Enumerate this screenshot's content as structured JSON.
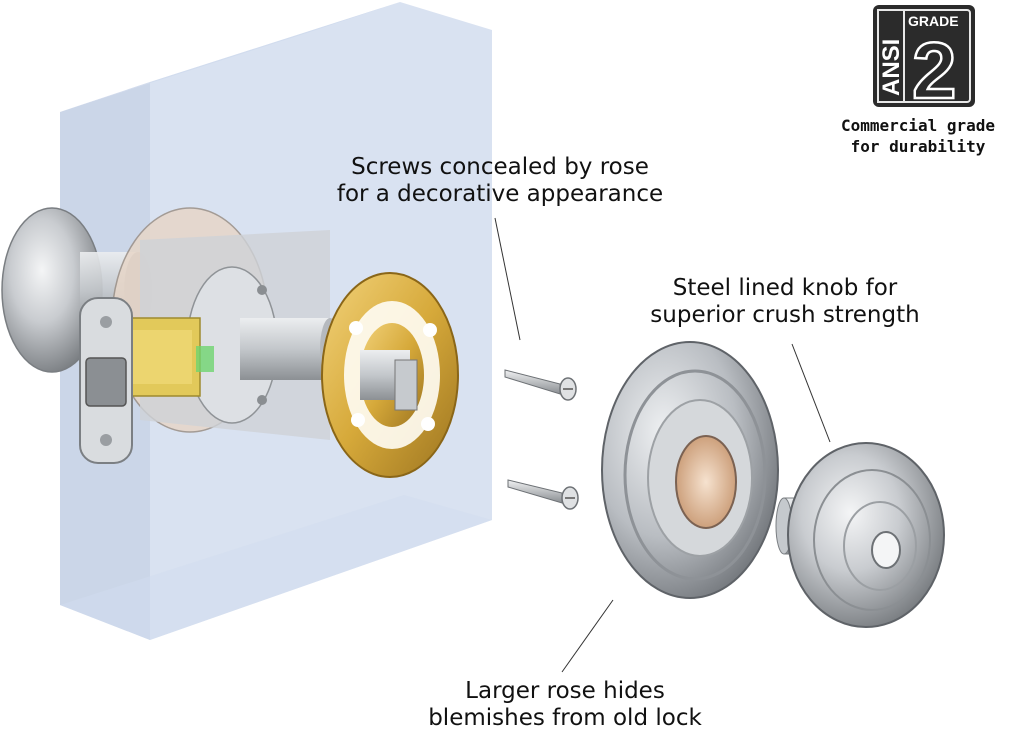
{
  "badge": {
    "standard": "ANSI",
    "grade_word": "GRADE",
    "grade_number": "2",
    "caption_line1": "Commercial grade",
    "caption_line2": "for durability"
  },
  "callouts": {
    "screws": {
      "line1": "Screws concealed by rose",
      "line2": "for a decorative appearance"
    },
    "knob": {
      "line1": "Steel lined knob for",
      "line2": "superior crush strength"
    },
    "rose": {
      "line1": "Larger rose hides",
      "line2": "blemishes from old lock"
    }
  },
  "colors": {
    "door_face": "#c9d6ea",
    "door_side": "#b4c3dc",
    "metal_light": "#e4e6e8",
    "metal_dark": "#7d8185",
    "brass": "#d6a93a",
    "badge_dark": "#2b2b2b"
  }
}
